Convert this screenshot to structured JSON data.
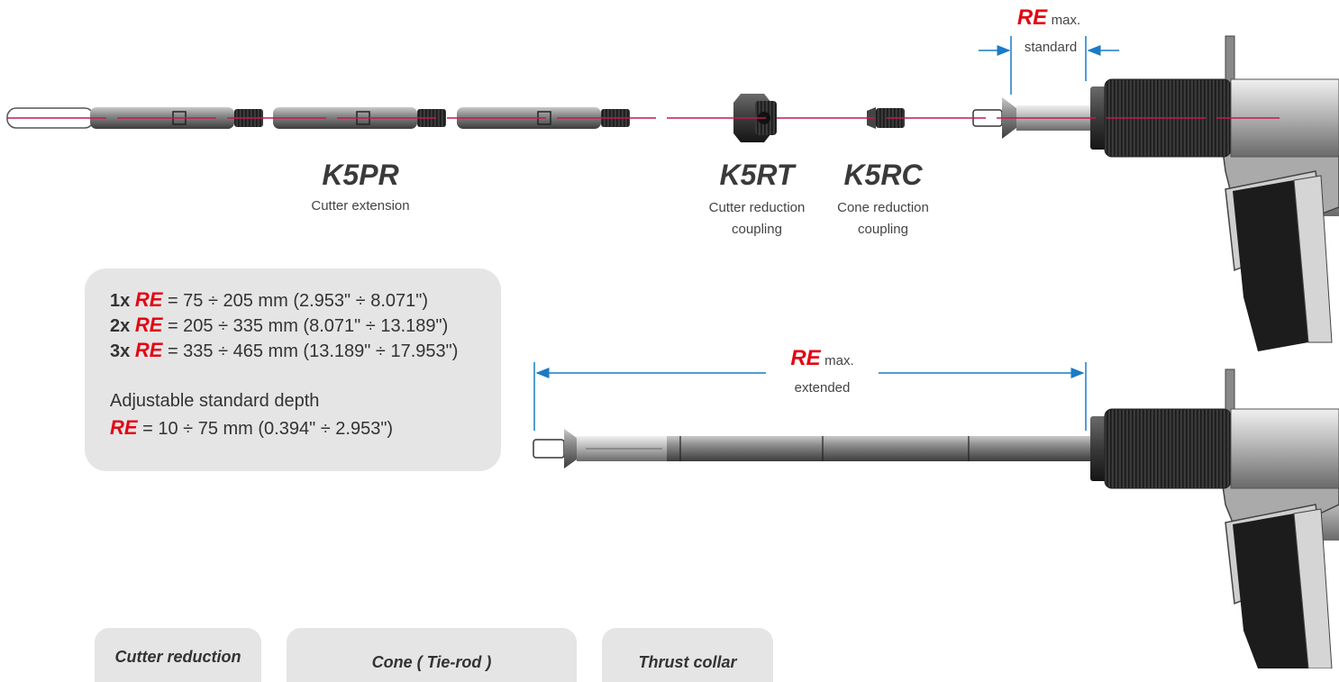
{
  "top_label": {
    "re": "RE",
    "max": "max.",
    "sub": "standard"
  },
  "extended_label": {
    "re": "RE",
    "max": "max.",
    "sub": "extended"
  },
  "parts": [
    {
      "code": "K5PR",
      "desc1": "Cutter extension",
      "desc2": ""
    },
    {
      "code": "K5RT",
      "desc1": "Cutter reduction",
      "desc2": "coupling"
    },
    {
      "code": "K5RC",
      "desc1": "Cone reduction",
      "desc2": "coupling"
    }
  ],
  "info": {
    "rows": [
      {
        "mult": "1x",
        "re": "RE",
        "text": "= 75 ÷ 205 mm (2.953\" ÷ 8.071\")"
      },
      {
        "mult": "2x",
        "re": "RE",
        "text": "= 205 ÷ 335 mm (8.071\" ÷ 13.189\")"
      },
      {
        "mult": "3x",
        "re": "RE",
        "text": "= 335 ÷ 465 mm (13.189\" ÷ 17.953\")"
      }
    ],
    "adjustable": "Adjustable standard depth",
    "adjustable_re": "RE",
    "adjustable_text": "= 10 ÷ 75 mm (0.394\" ÷ 2.953\")"
  },
  "bottom_tabs": [
    "Cutter reduction",
    "Cone ( Tie-rod )",
    "Thrust collar"
  ],
  "colors": {
    "accent_red": "#e30613",
    "dimension_blue": "#1a7bc4",
    "axis_magenta": "#c2185b",
    "panel_grey": "#e5e5e5"
  }
}
